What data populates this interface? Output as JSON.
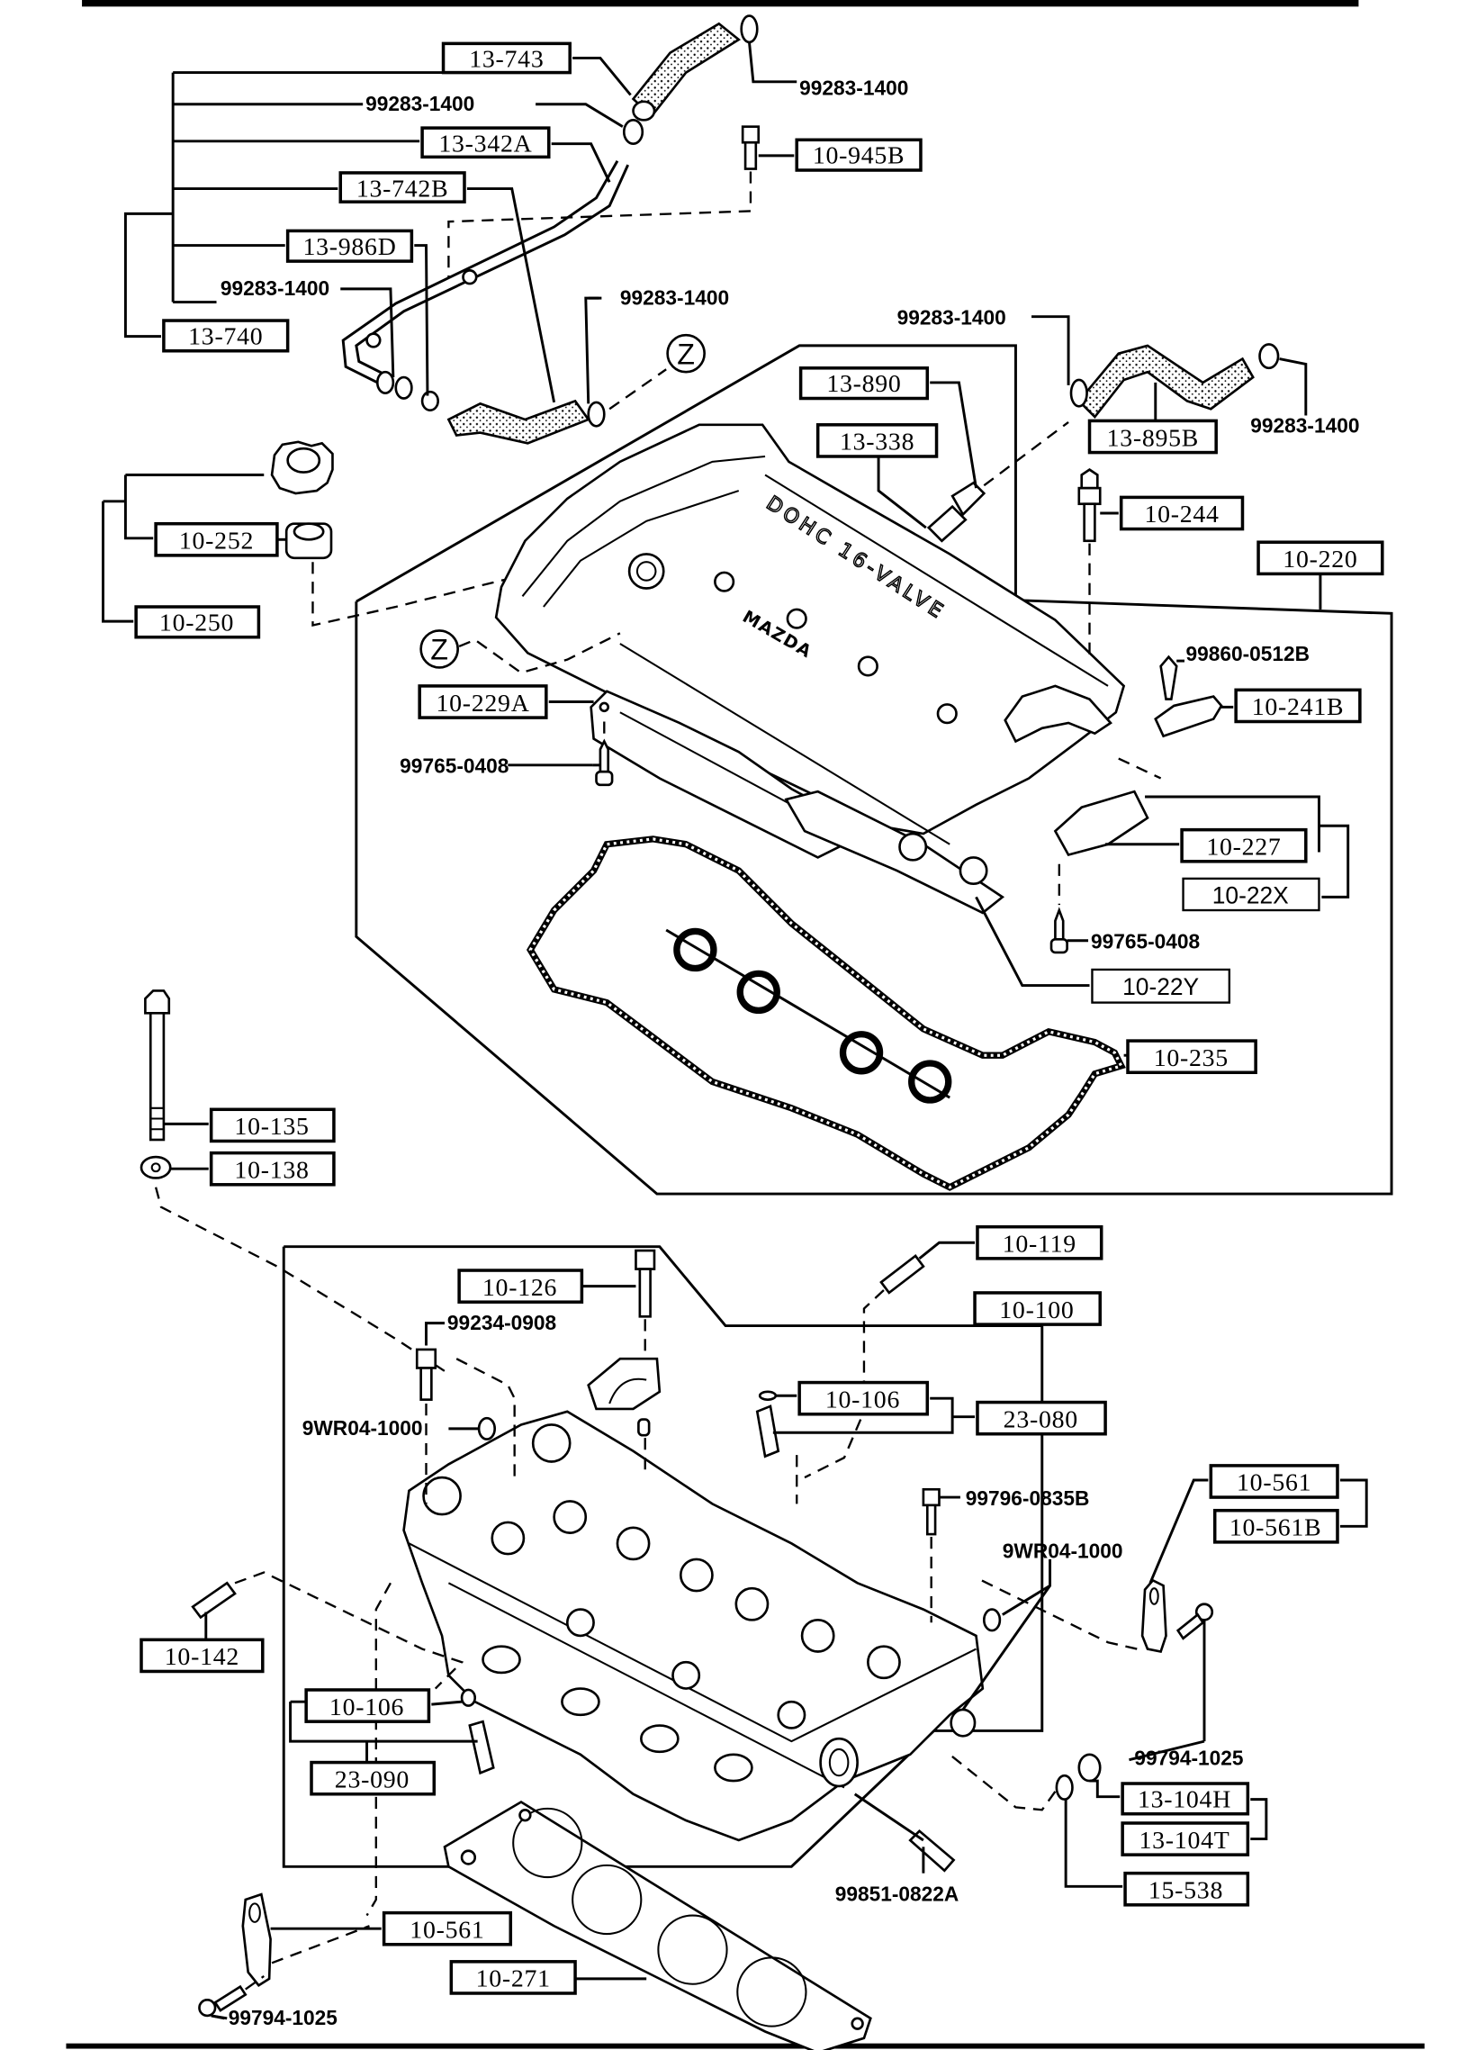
{
  "diagram": {
    "title": "Cylinder Head & Cylinder Head Cover Parts Diagram",
    "cover_markings": {
      "dohc": "DOHC 16-VALVE",
      "logo": "MAZDA"
    },
    "reference_marker": "Z",
    "boxed_part_numbers": [
      {
        "id": "p13743",
        "text": "13-743"
      },
      {
        "id": "p13342a",
        "text": "13-342A"
      },
      {
        "id": "p13742b",
        "text": "13-742B"
      },
      {
        "id": "p13986d",
        "text": "13-986D"
      },
      {
        "id": "p13740",
        "text": "13-740"
      },
      {
        "id": "p10945b",
        "text": "10-945B"
      },
      {
        "id": "p13890",
        "text": "13-890"
      },
      {
        "id": "p13338",
        "text": "13-338"
      },
      {
        "id": "p13895b",
        "text": "13-895B"
      },
      {
        "id": "p10244",
        "text": "10-244"
      },
      {
        "id": "p10220",
        "text": "10-220"
      },
      {
        "id": "p10252",
        "text": "10-252"
      },
      {
        "id": "p10250",
        "text": "10-250"
      },
      {
        "id": "p10229a",
        "text": "10-229A"
      },
      {
        "id": "p10241b",
        "text": "10-241B"
      },
      {
        "id": "p10227",
        "text": "10-227"
      },
      {
        "id": "p1022x",
        "text": "10-22X"
      },
      {
        "id": "p1022y",
        "text": "10-22Y"
      },
      {
        "id": "p10235",
        "text": "10-235"
      },
      {
        "id": "p10135",
        "text": "10-135"
      },
      {
        "id": "p10138",
        "text": "10-138"
      },
      {
        "id": "p10119",
        "text": "10-119"
      },
      {
        "id": "p10100",
        "text": "10-100"
      },
      {
        "id": "p10126",
        "text": "10-126"
      },
      {
        "id": "p10106a",
        "text": "10-106"
      },
      {
        "id": "p23080",
        "text": "23-080"
      },
      {
        "id": "p10561a",
        "text": "10-561"
      },
      {
        "id": "p10561b",
        "text": "10-561B"
      },
      {
        "id": "p10142",
        "text": "10-142"
      },
      {
        "id": "p10106b",
        "text": "10-106"
      },
      {
        "id": "p23090",
        "text": "23-090"
      },
      {
        "id": "p13104h",
        "text": "13-104H"
      },
      {
        "id": "p13104t",
        "text": "13-104T"
      },
      {
        "id": "p15538",
        "text": "15-538"
      },
      {
        "id": "p10561c",
        "text": "10-561"
      },
      {
        "id": "p10271",
        "text": "10-271"
      }
    ],
    "plain_part_numbers": [
      {
        "id": "c1",
        "text": "99283-1400"
      },
      {
        "id": "c2",
        "text": "99283-1400"
      },
      {
        "id": "c3",
        "text": "99283-1400"
      },
      {
        "id": "c4",
        "text": "99283-1400"
      },
      {
        "id": "c5",
        "text": "99283-1400"
      },
      {
        "id": "c6",
        "text": "99283-1400"
      },
      {
        "id": "s1",
        "text": "99860-0512B"
      },
      {
        "id": "s2",
        "text": "99765-0408"
      },
      {
        "id": "s3",
        "text": "99765-0408"
      },
      {
        "id": "s4",
        "text": "99234-0908"
      },
      {
        "id": "s5",
        "text": "9WR04-1000"
      },
      {
        "id": "s6",
        "text": "99796-0835B"
      },
      {
        "id": "s7",
        "text": "9WR04-1000"
      },
      {
        "id": "s8",
        "text": "99794-1025"
      },
      {
        "id": "s9",
        "text": "99851-0822A"
      },
      {
        "id": "s10",
        "text": "99794-1025"
      }
    ]
  }
}
